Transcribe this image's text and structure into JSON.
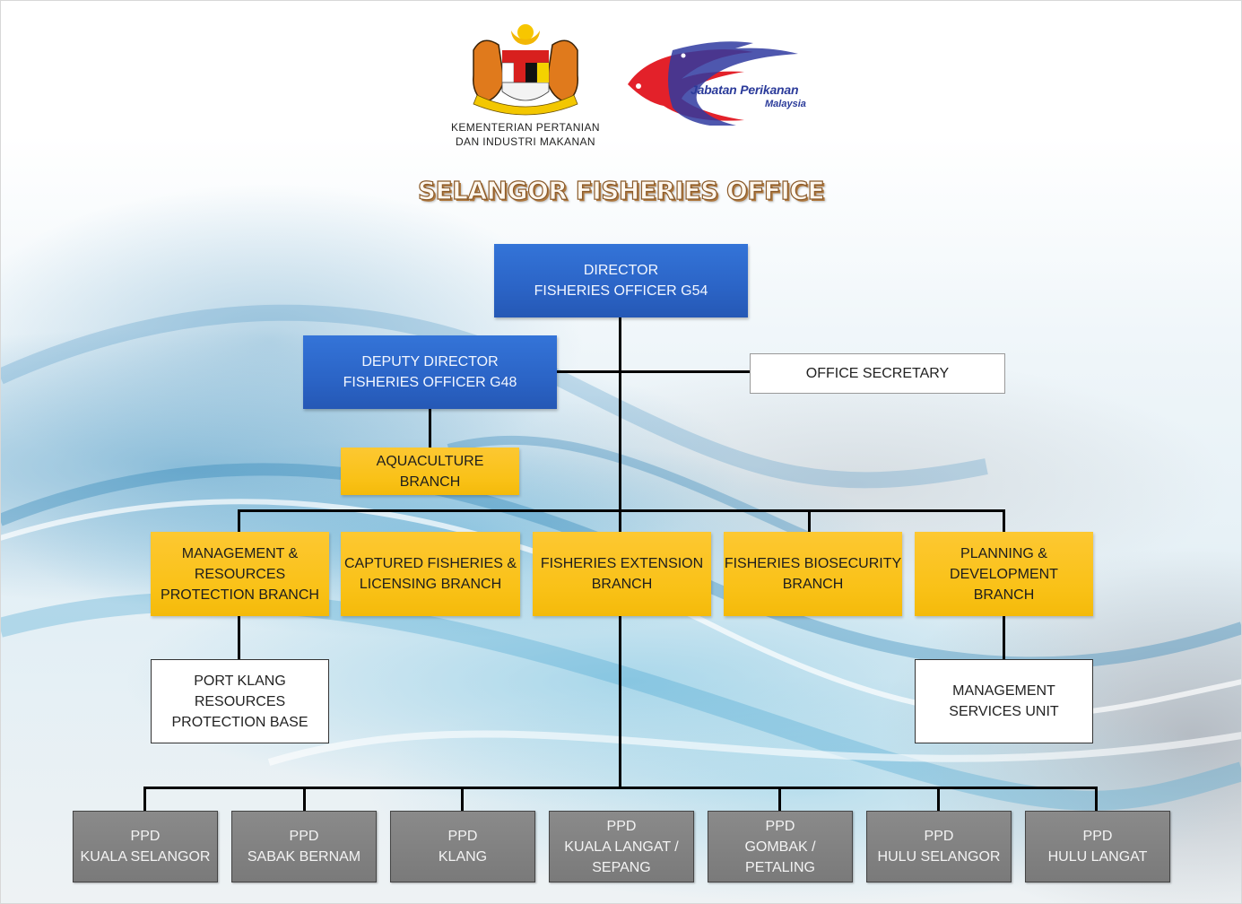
{
  "header": {
    "ministry_line1": "KEMENTERIAN  PERTANIAN",
    "ministry_line2": "DAN INDUSTRI  MAKANAN",
    "department_name": "Jabatan Perikanan",
    "department_country": "Malaysia",
    "title": "SELANGOR FISHERIES OFFICE"
  },
  "colors": {
    "executive": "#2b64c6",
    "branch": "#f9c116",
    "unit": "#ffffff",
    "district": "#808080",
    "connector": "#000000"
  },
  "org": {
    "director": "DIRECTOR\nFISHERIES OFFICER G54",
    "deputy_director": "DEPUTY DIRECTOR\nFISHERIES OFFICER G48",
    "office_secretary": "OFFICE SECRETARY",
    "aquaculture": "AQUACULTURE\nBRANCH",
    "branches": [
      "MANAGEMENT &\nRESOURCES\nPROTECTION BRANCH",
      "CAPTURED FISHERIES &\nLICENSING BRANCH",
      "FISHERIES EXTENSION\nBRANCH",
      "FISHERIES BIOSECURITY\nBRANCH",
      "PLANNING &\nDEVELOPMENT\nBRANCH"
    ],
    "port_klang": "PORT KLANG\nRESOURCES\nPROTECTION BASE",
    "management_services": "MANAGEMENT\nSERVICES UNIT",
    "districts": [
      "PPD\nKUALA SELANGOR",
      "PPD\nSABAK BERNAM",
      "PPD\nKLANG",
      "PPD\nKUALA LANGAT /\nSEPANG",
      "PPD\nGOMBAK /\nPETALING",
      "PPD\nHULU SELANGOR",
      "PPD\nHULU LANGAT"
    ]
  }
}
